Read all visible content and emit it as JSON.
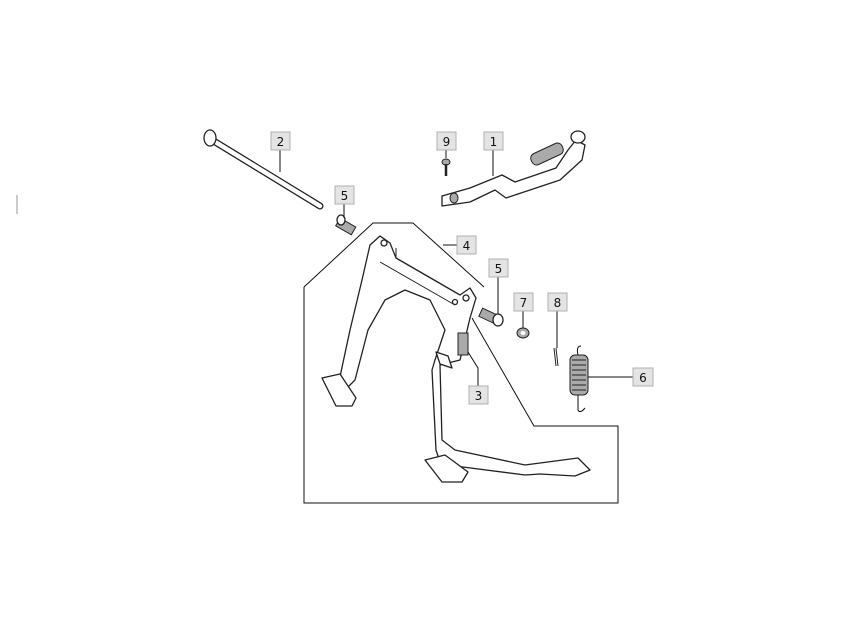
{
  "callouts": [
    {
      "id": "c2",
      "label": "2"
    },
    {
      "id": "c9",
      "label": "9"
    },
    {
      "id": "c1",
      "label": "1"
    },
    {
      "id": "c5a",
      "label": "5"
    },
    {
      "id": "c4",
      "label": "4"
    },
    {
      "id": "c5b",
      "label": "5"
    },
    {
      "id": "c7",
      "label": "7"
    },
    {
      "id": "c8",
      "label": "8"
    },
    {
      "id": "c3",
      "label": "3"
    },
    {
      "id": "c6",
      "label": "6"
    }
  ],
  "colors": {
    "callout_fill": "#e4e4e4",
    "line": "#111111"
  }
}
